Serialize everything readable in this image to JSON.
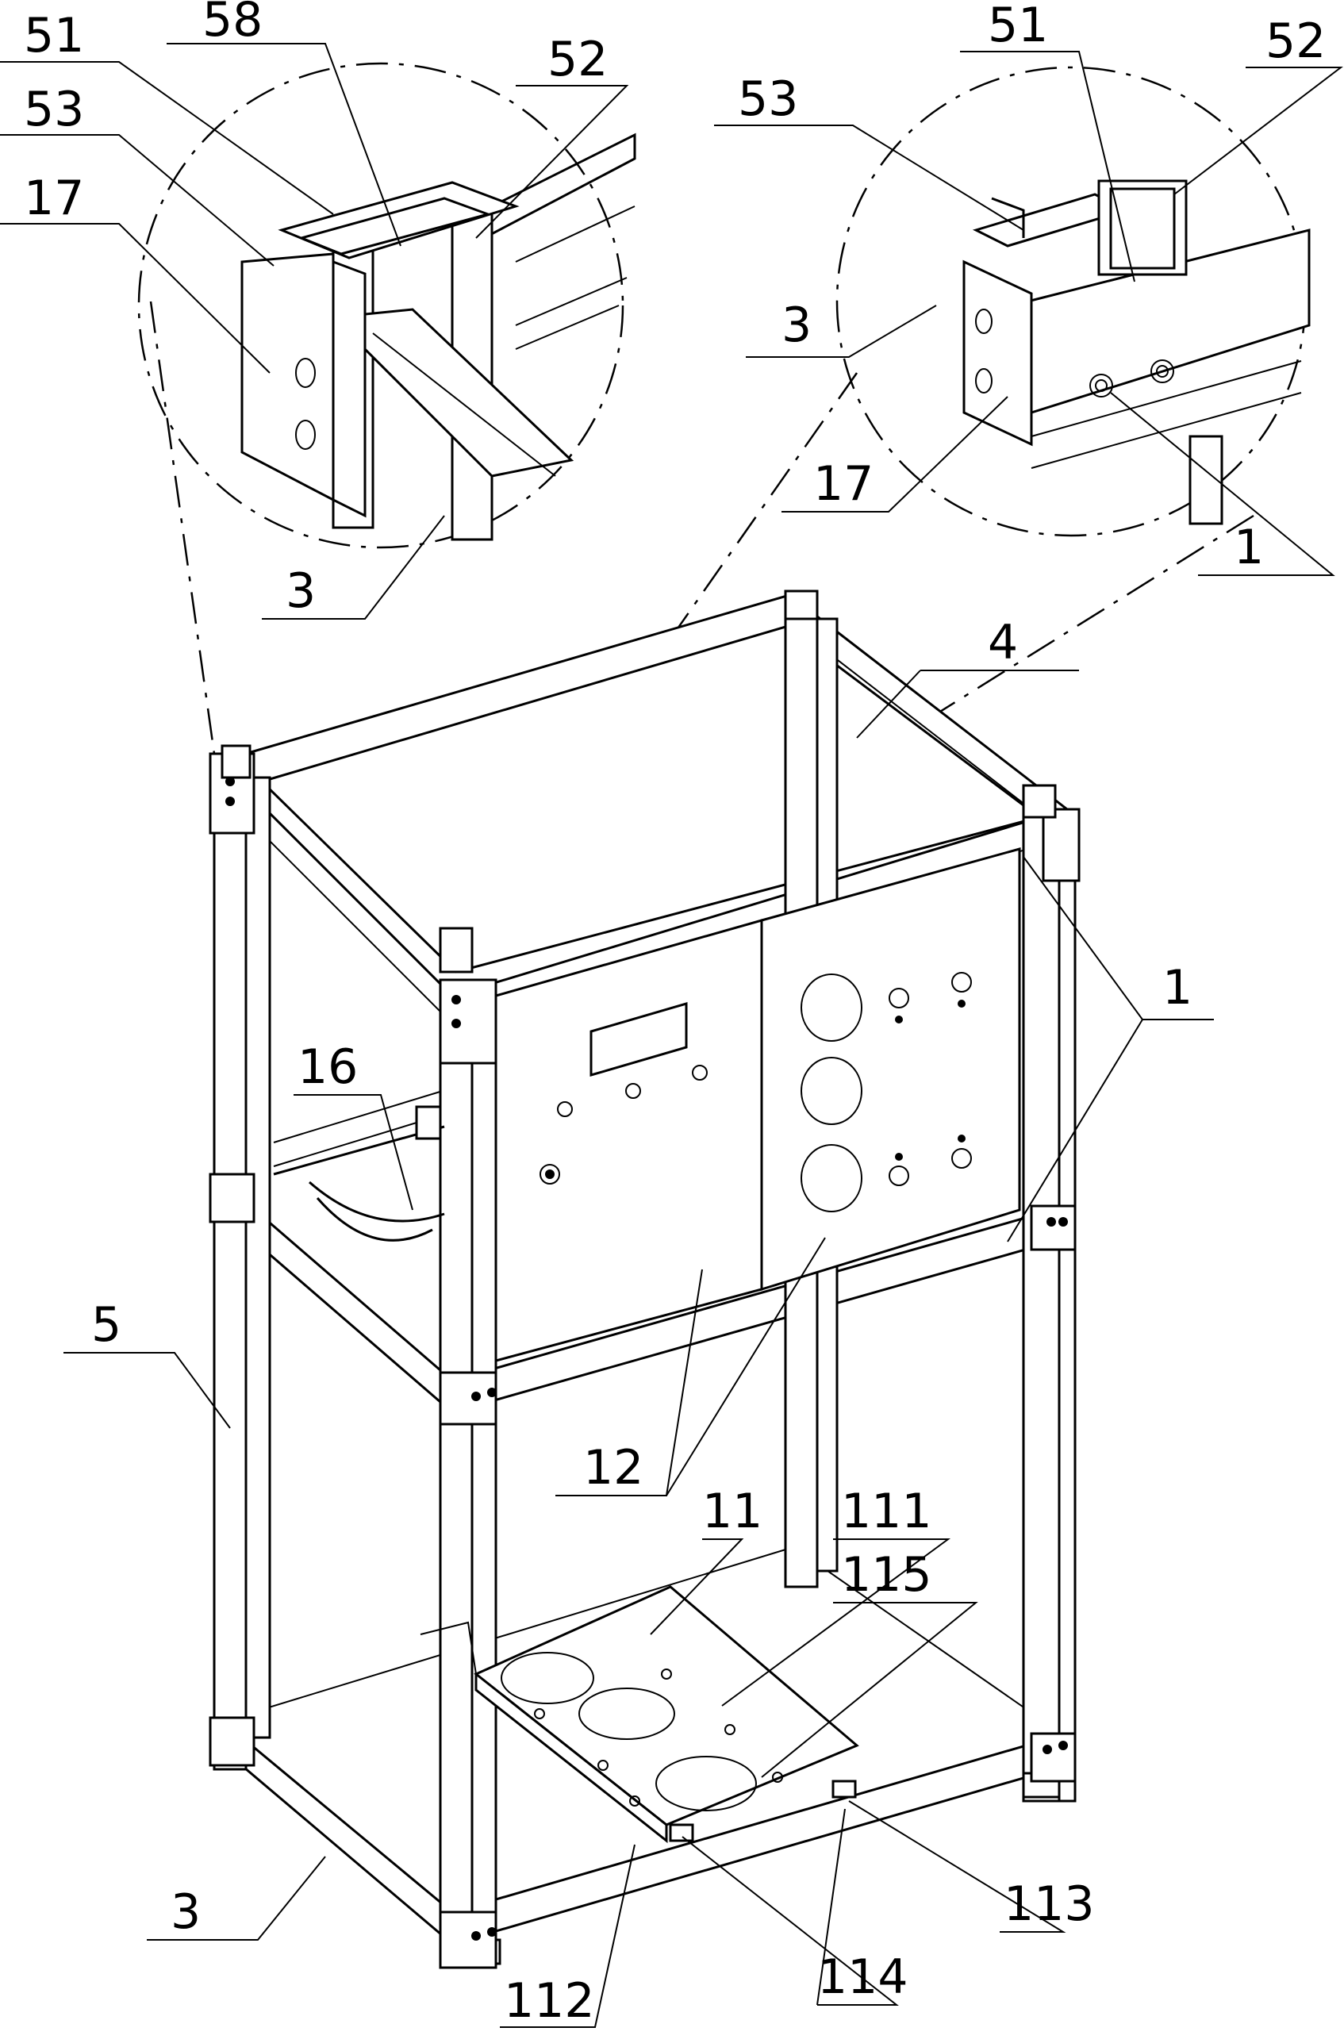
{
  "labels": {
    "d1_51": "51",
    "d1_58": "58",
    "d1_52": "52",
    "d1_53": "53",
    "d1_17": "17",
    "d1_3": "3",
    "d2_51": "51",
    "d2_52": "52",
    "d2_53": "53",
    "d2_3": "3",
    "d2_17": "17",
    "d2_1": "1",
    "m_4": "4",
    "m_1": "1",
    "m_16": "16",
    "m_5": "5",
    "m_12": "12",
    "m_11": "11",
    "m_111": "111",
    "m_115": "115",
    "m_113": "113",
    "m_3": "3",
    "m_114": "114",
    "m_112": "112"
  },
  "panel_display": "display-window"
}
